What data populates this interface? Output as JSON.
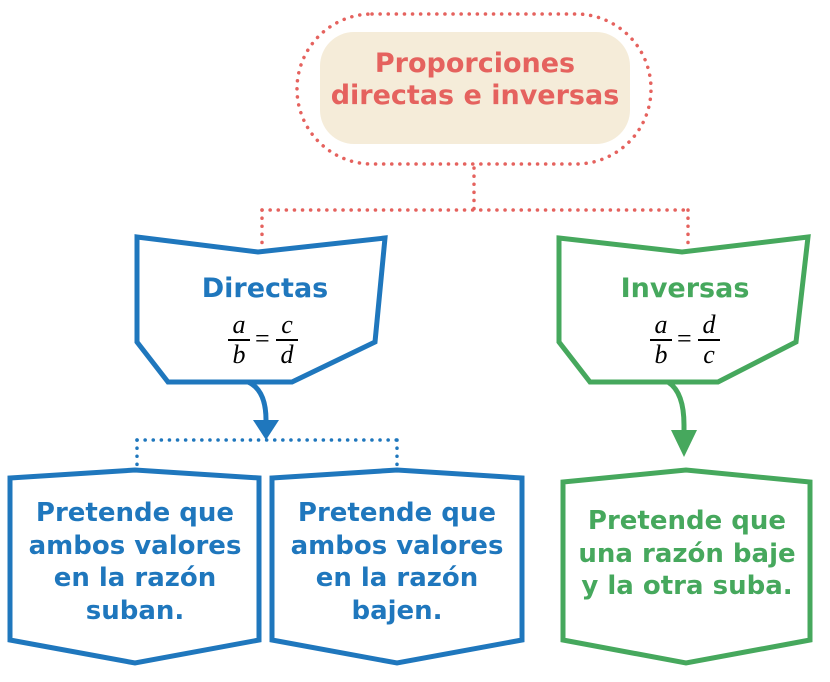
{
  "title": "Proporciones directas e inversas",
  "directas": {
    "label": "Directas",
    "formula": {
      "a": "a",
      "b": "b",
      "eq": "=",
      "c": "c",
      "d": "d"
    },
    "color": "#1f77bd"
  },
  "inversas": {
    "label": "Inversas",
    "formula": {
      "a": "a",
      "b": "b",
      "eq": "=",
      "c": "d",
      "d": "c"
    },
    "color": "#46a85d"
  },
  "boxes": [
    {
      "text": "Pretende que ambos valores en la razón suban."
    },
    {
      "text": "Pretende que ambos valores en la razón bajen."
    },
    {
      "text": "Pretende que una razón baje y la otra suba."
    }
  ],
  "colors": {
    "root_text": "#e5625e",
    "root_fill": "#f5ecd9",
    "root_dots": "#e5625e"
  }
}
